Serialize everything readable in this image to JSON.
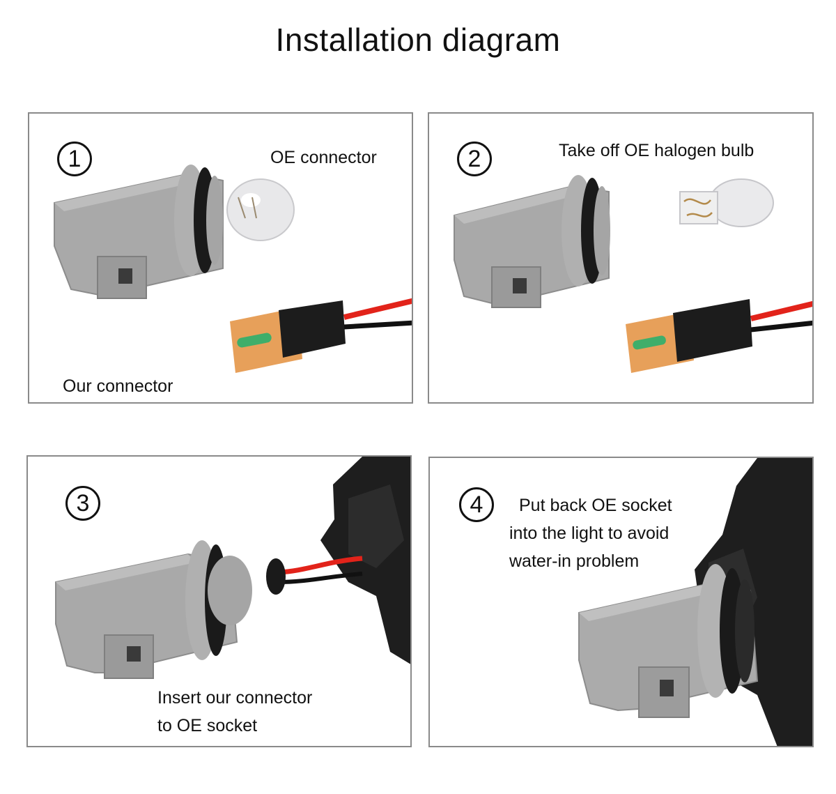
{
  "title": "Installation diagram",
  "steps": [
    {
      "number": "1",
      "labels": [
        "OE connector",
        "Our connector"
      ]
    },
    {
      "number": "2",
      "labels": [
        "Take off OE halogen bulb"
      ]
    },
    {
      "number": "3",
      "labels": [
        "Insert our connector",
        "to OE socket"
      ]
    },
    {
      "number": "4",
      "labels": [
        "Put back OE socket",
        "into the light to avoid",
        "water-in problem"
      ]
    }
  ],
  "colors": {
    "socket_gray": "#a8a8a8",
    "rubber_ring": "#1a1a1a",
    "pcb_green": "#3fae6a",
    "wire_red": "#e2231a",
    "panel_border": "#8a8a8a"
  },
  "icons": [
    "oe-socket",
    "halogen-bulb",
    "led-bulb-connector",
    "lamp-housing"
  ]
}
